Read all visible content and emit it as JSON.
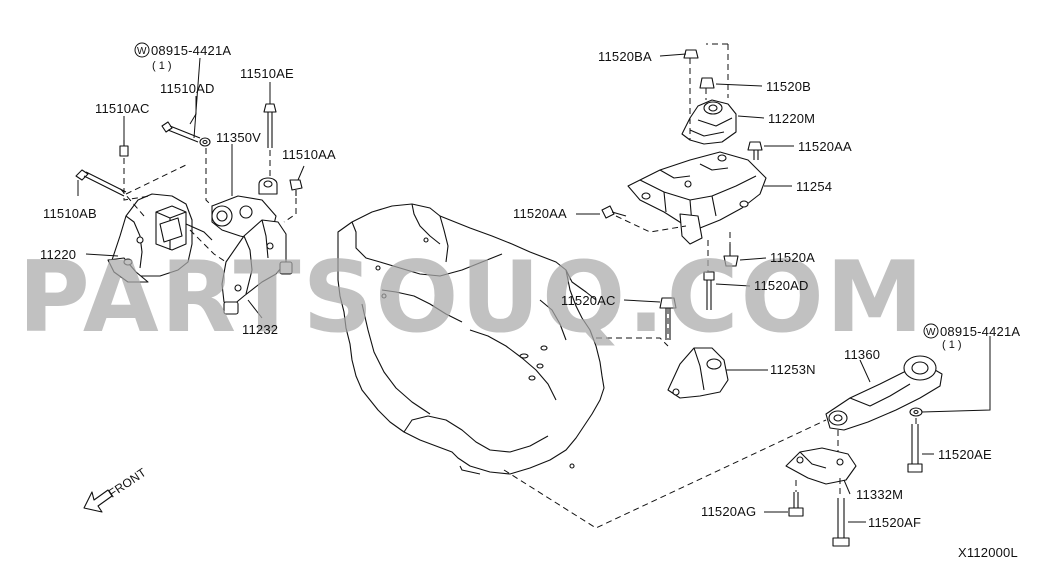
{
  "watermark": "PARTSOUQ.COM",
  "diagram_code": "X112000L",
  "front_label": "FRONT",
  "callouts": {
    "w_left": "08915-4421A",
    "w_left_qty": "( 1 )",
    "w_right": "08915-4421A",
    "w_right_qty": "( 1 )",
    "p11510AD": "11510AD",
    "p11510AE": "11510AE",
    "p11510AC": "11510AC",
    "p11350V": "11350V",
    "p11510AA": "11510AA",
    "p11510AB": "11510AB",
    "p11220": "11220",
    "p11232": "11232",
    "p11520BA": "11520BA",
    "p11520B": "11520B",
    "p11220M": "11220M",
    "p11520AA_r": "11520AA",
    "p11254": "11254",
    "p11520AA_l": "11520AA",
    "p11520A": "11520A",
    "p11520AD": "11520AD",
    "p11520AC": "11520AC",
    "p11253N": "11253N",
    "p11360": "11360",
    "p11520AE": "11520AE",
    "p11332M": "11332M",
    "p11520AG": "11520AG",
    "p11520AF": "11520AF"
  }
}
